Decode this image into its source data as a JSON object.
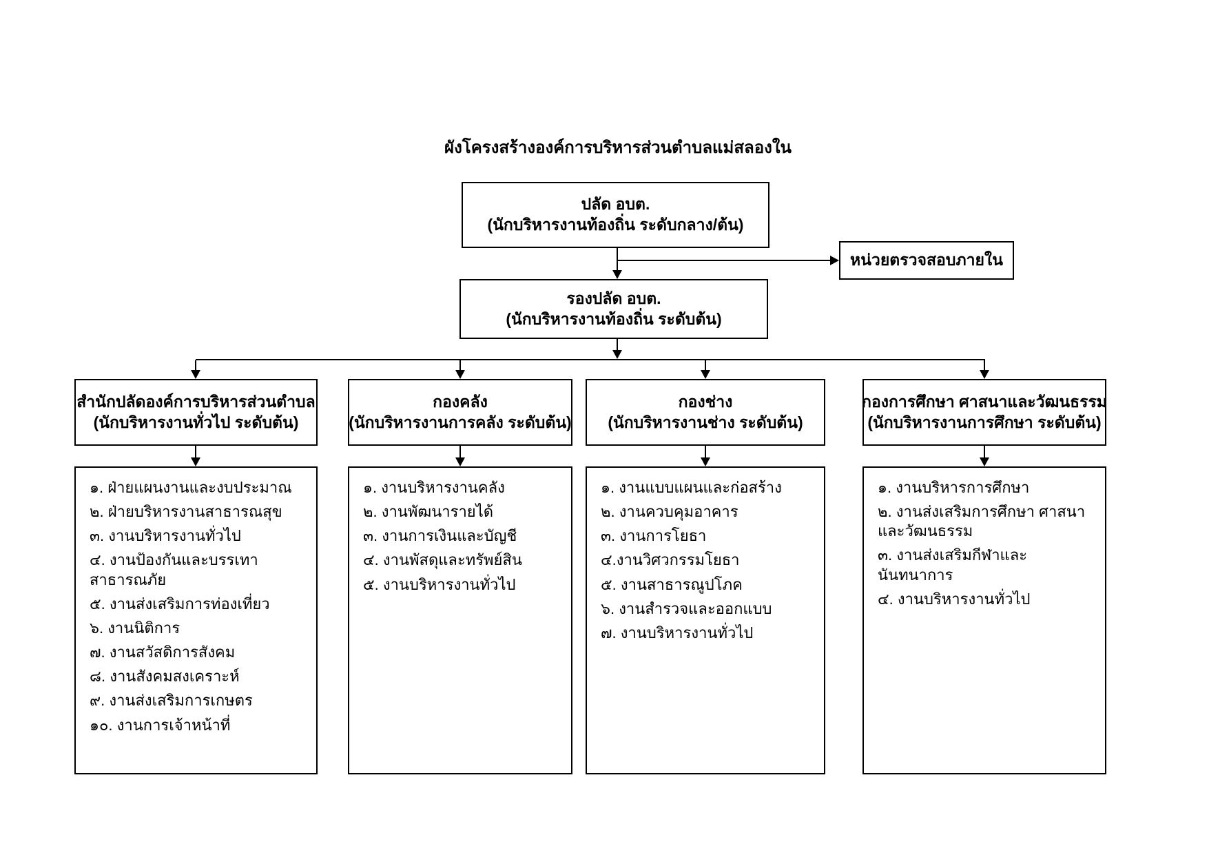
{
  "title": "ผังโครงสร้างองค์การบริหารส่วนตำบลแม่สลองใน",
  "top_nodes": {
    "chief": {
      "title": "ปลัด อบต.",
      "subtitle": "(นักบริหารงานท้องถิ่น ระดับกลาง/ต้น)"
    },
    "internal_audit": {
      "label": "หน่วยตรวจสอบภายใน"
    },
    "deputy": {
      "title": "รองปลัด อบต.",
      "subtitle": "(นักบริหารงานท้องถิ่น ระดับต้น)"
    }
  },
  "departments": [
    {
      "name": "สำนักปลัดองค์การบริหารส่วนตำบล",
      "qualifier": "(นักบริหารงานทั่วไป ระดับต้น)",
      "units": [
        "๑. ฝ่ายแผนงานและงบประมาณ",
        "๒. ฝ่ายบริหารงานสาธารณสุข",
        "๓. งานบริหารงานทั่วไป",
        "๔. งานป้องกันและบรรเทาสาธารณภัย",
        "๕. งานส่งเสริมการท่องเที่ยว",
        "๖. งานนิติการ",
        "๗. งานสวัสดิการสังคม",
        "๘. งานสังคมสงเคราะห์",
        "๙. งานส่งเสริมการเกษตร",
        "๑๐. งานการเจ้าหน้าที่"
      ]
    },
    {
      "name": "กองคลัง",
      "qualifier": "(นักบริหารงานการคลัง ระดับต้น)",
      "units": [
        "๑. งานบริหารงานคลัง",
        "๒. งานพัฒนารายได้",
        "๓. งานการเงินและบัญชี",
        "๔. งานพัสดุและทรัพย์สิน",
        "๕. งานบริหารงานทั่วไป"
      ]
    },
    {
      "name": "กองช่าง",
      "qualifier": "(นักบริหารงานช่าง ระดับต้น)",
      "units": [
        "๑. งานแบบแผนและก่อสร้าง",
        "๒. งานควบคุมอาคาร",
        "๓. งานการโยธา",
        "๔.งานวิศวกรรมโยธา",
        "๕. งานสาธารณูปโภค",
        "๖. งานสำรวจและออกแบบ",
        "๗. งานบริหารงานทั่วไป"
      ]
    },
    {
      "name": "กองการศึกษา ศาสนาและวัฒนธรรม",
      "qualifier": "(นักบริหารงานการศึกษา ระดับต้น)",
      "units": [
        "๑. งานบริหารการศึกษา",
        "๒. งานส่งเสริมการศึกษา ศาสนาและวัฒนธรรม",
        "๓. งานส่งเสริมกีฬาและนันทนาการ",
        "๔. งานบริหารงานทั่วไป"
      ]
    }
  ],
  "colors": {
    "background": "#ffffff",
    "line": "#000000",
    "text": "#000000"
  }
}
